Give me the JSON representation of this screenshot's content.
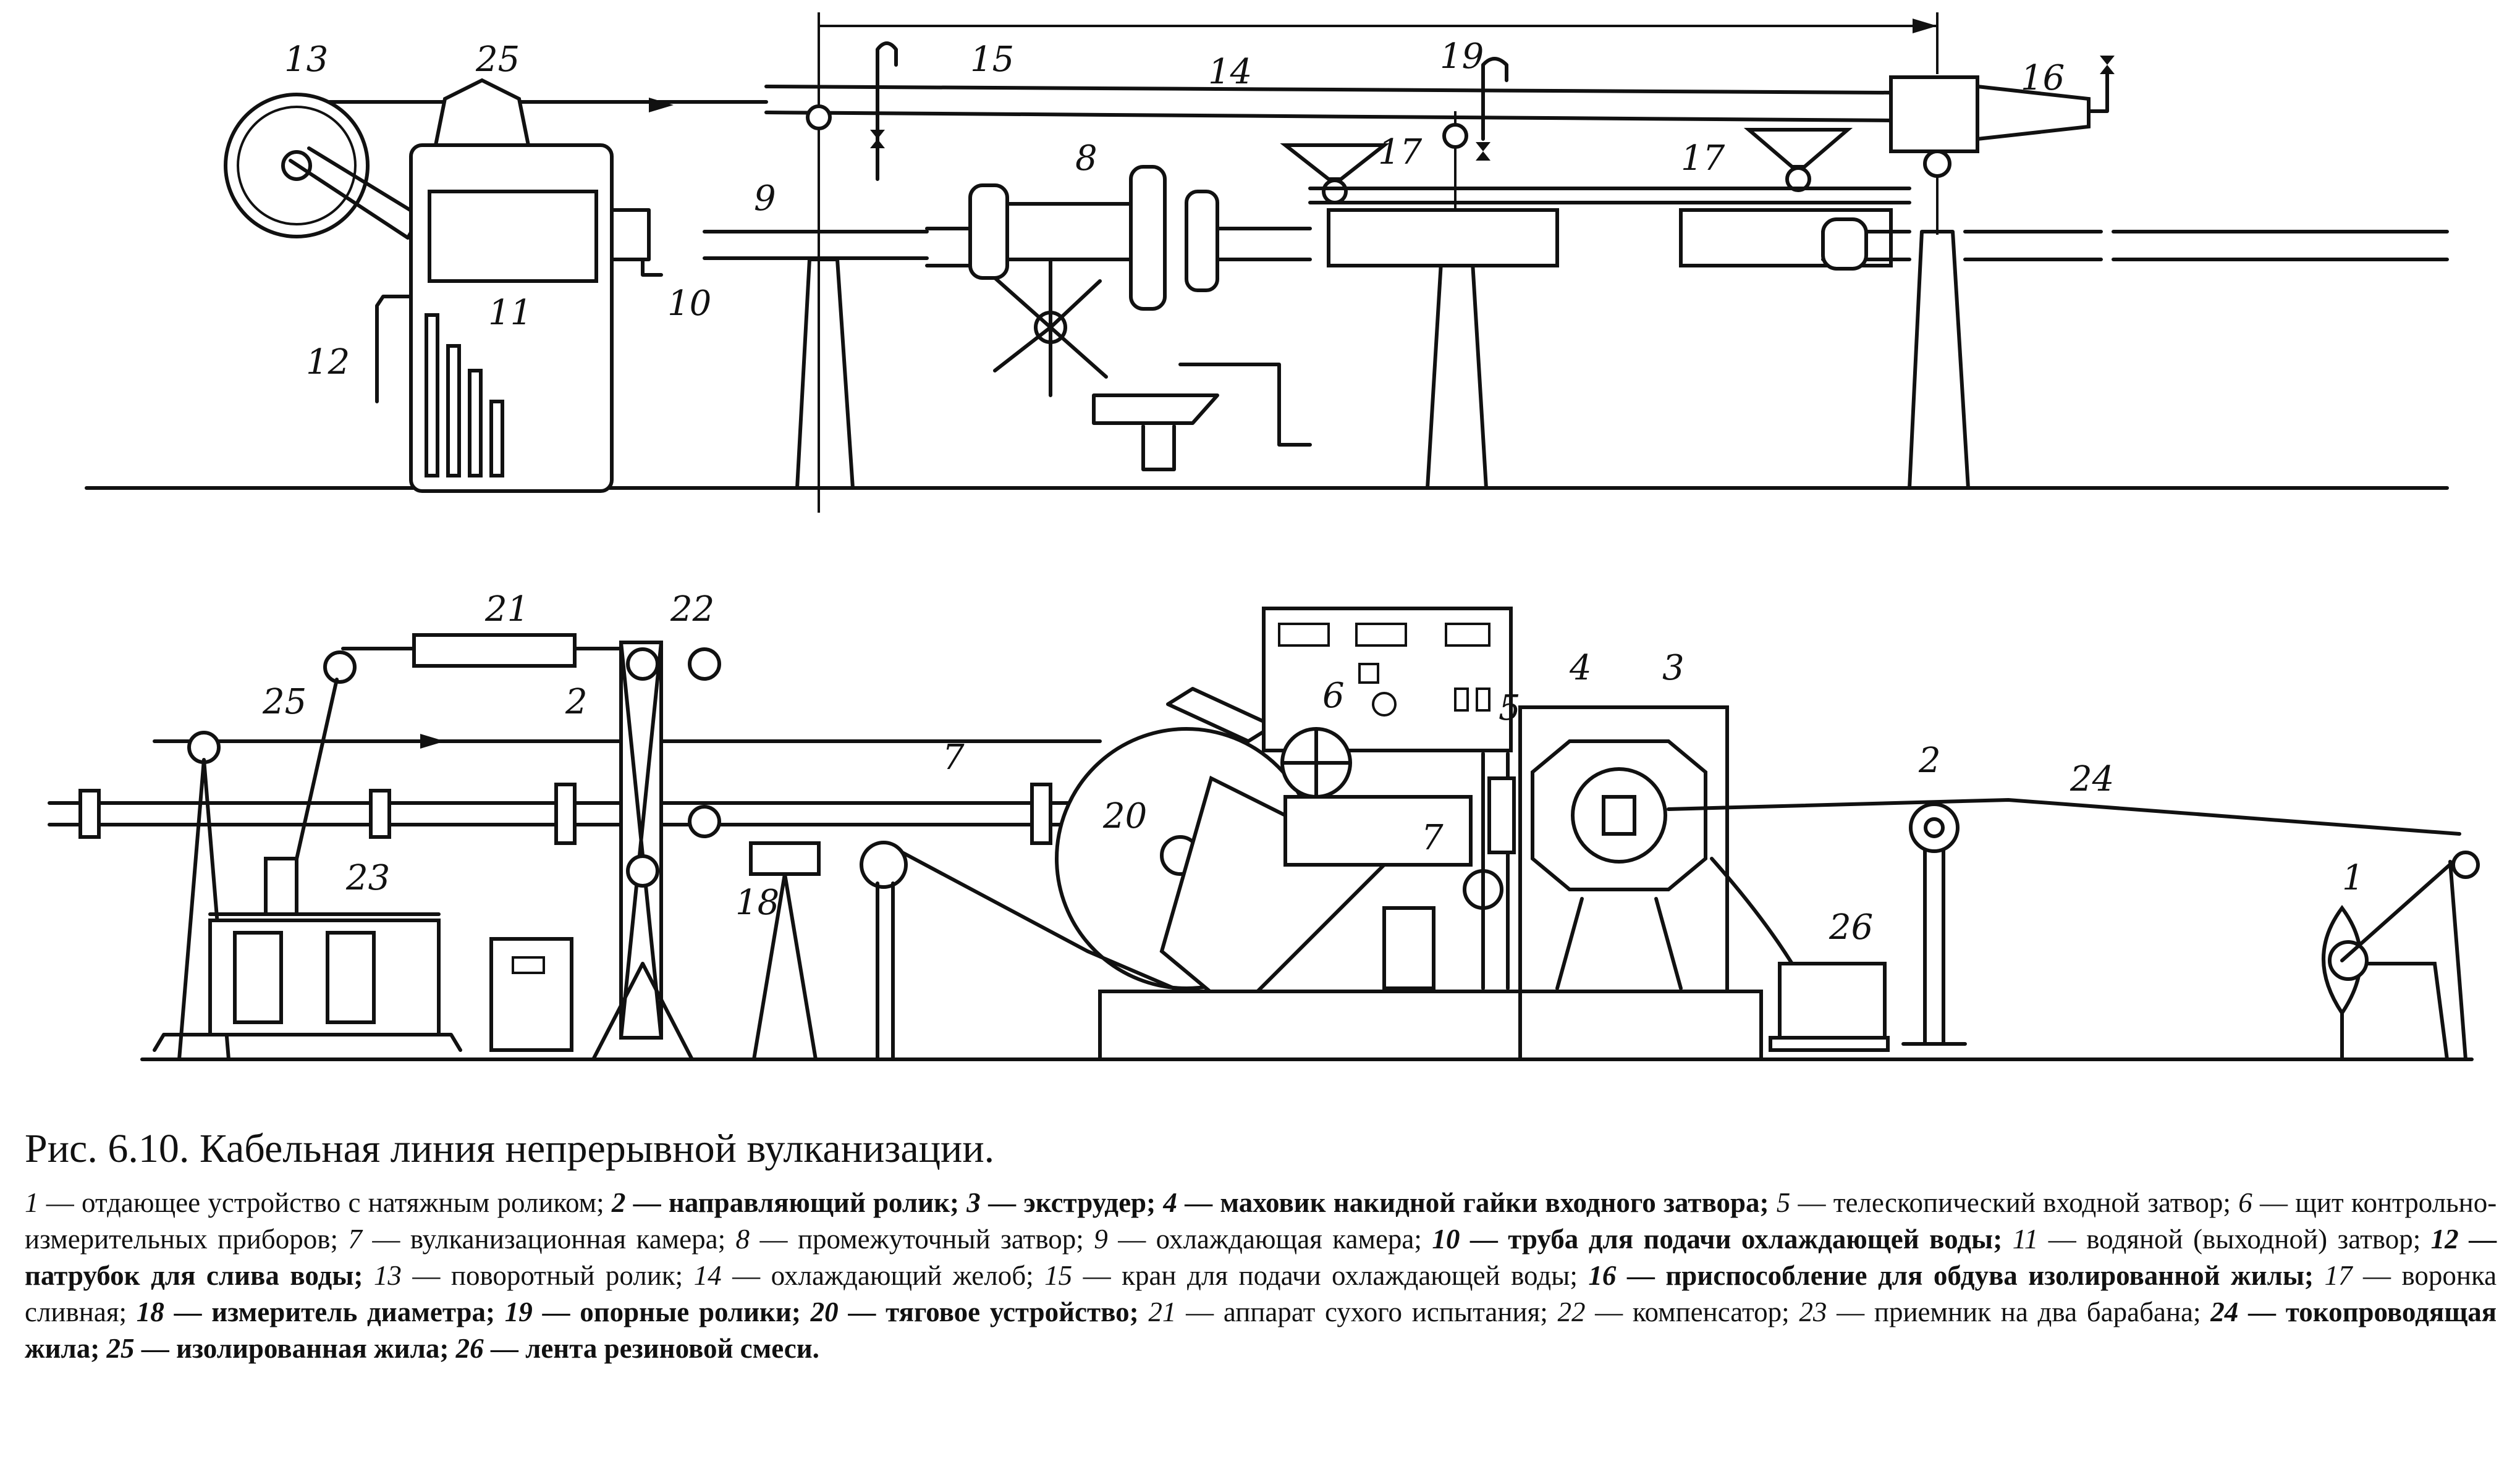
{
  "figure": {
    "caption": "Рис. 6.10. Кабельная линия непрерывной вулканизации.",
    "labels_top": [
      "13",
      "25",
      "15",
      "14",
      "19",
      "16",
      "8",
      "17",
      "17",
      "9",
      "11",
      "10",
      "12"
    ],
    "labels_bottom": [
      "21",
      "22",
      "25",
      "2",
      "7",
      "6",
      "5",
      "4",
      "3",
      "20",
      "7",
      "23",
      "18",
      "2",
      "24",
      "1",
      "26"
    ]
  },
  "legend": [
    {
      "num": "1",
      "text": "отдающее устройство с натяжным роликом;"
    },
    {
      "num": "2",
      "text": "направляющий ролик;"
    },
    {
      "num": "3",
      "text": "экструдер;"
    },
    {
      "num": "4",
      "text": "маховик накидной гайки входного затвора;"
    },
    {
      "num": "5",
      "text": "телескопический входной затвор;"
    },
    {
      "num": "6",
      "text": "щит контрольно-измерительных приборов;"
    },
    {
      "num": "7",
      "text": "вулканизационная камера;"
    },
    {
      "num": "8",
      "text": "промежуточный затвор;"
    },
    {
      "num": "9",
      "text": "охлаждающая камера;"
    },
    {
      "num": "10",
      "text": "труба для подачи охлаждающей воды;"
    },
    {
      "num": "11",
      "text": "водяной (выходной) затвор;"
    },
    {
      "num": "12",
      "text": "патрубок для слива воды;"
    },
    {
      "num": "13",
      "text": "поворотный ролик;"
    },
    {
      "num": "14",
      "text": "охлаждающий желоб;"
    },
    {
      "num": "15",
      "text": "кран для подачи охлаждающей воды;"
    },
    {
      "num": "16",
      "text": "приспособление для обдува изолированной жилы;"
    },
    {
      "num": "17",
      "text": "воронка сливная;"
    },
    {
      "num": "18",
      "text": "измеритель диаметра;"
    },
    {
      "num": "19",
      "text": "опорные ролики;"
    },
    {
      "num": "20",
      "text": "тяговое устройство;"
    },
    {
      "num": "21",
      "text": "аппарат сухого испытания;"
    },
    {
      "num": "22",
      "text": "компенсатор;"
    },
    {
      "num": "23",
      "text": "приемник на два барабана;"
    },
    {
      "num": "24",
      "text": "токопроводящая жила;"
    },
    {
      "num": "25",
      "text": "изолированная жила;"
    },
    {
      "num": "26",
      "text": "лента резиновой смеси."
    }
  ],
  "dash": "—"
}
